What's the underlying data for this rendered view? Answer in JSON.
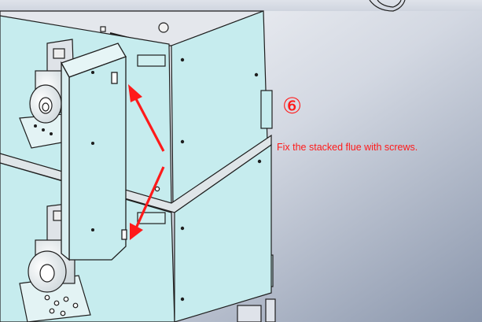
{
  "step": {
    "number": "⑥",
    "instruction": "Fix the stacked flue with screws."
  },
  "colors": {
    "background_light": "#ffffff",
    "background_mid": "#d3d8e2",
    "background_dark": "#8a96ac",
    "panel_fill": "#c6ecee",
    "line": "#1e1e1e",
    "arrow": "#ff1a1a",
    "caption_text": "#ff1a1a"
  },
  "icons": [
    "step-circle-number",
    "arrow-up-icon",
    "arrow-down-icon"
  ]
}
